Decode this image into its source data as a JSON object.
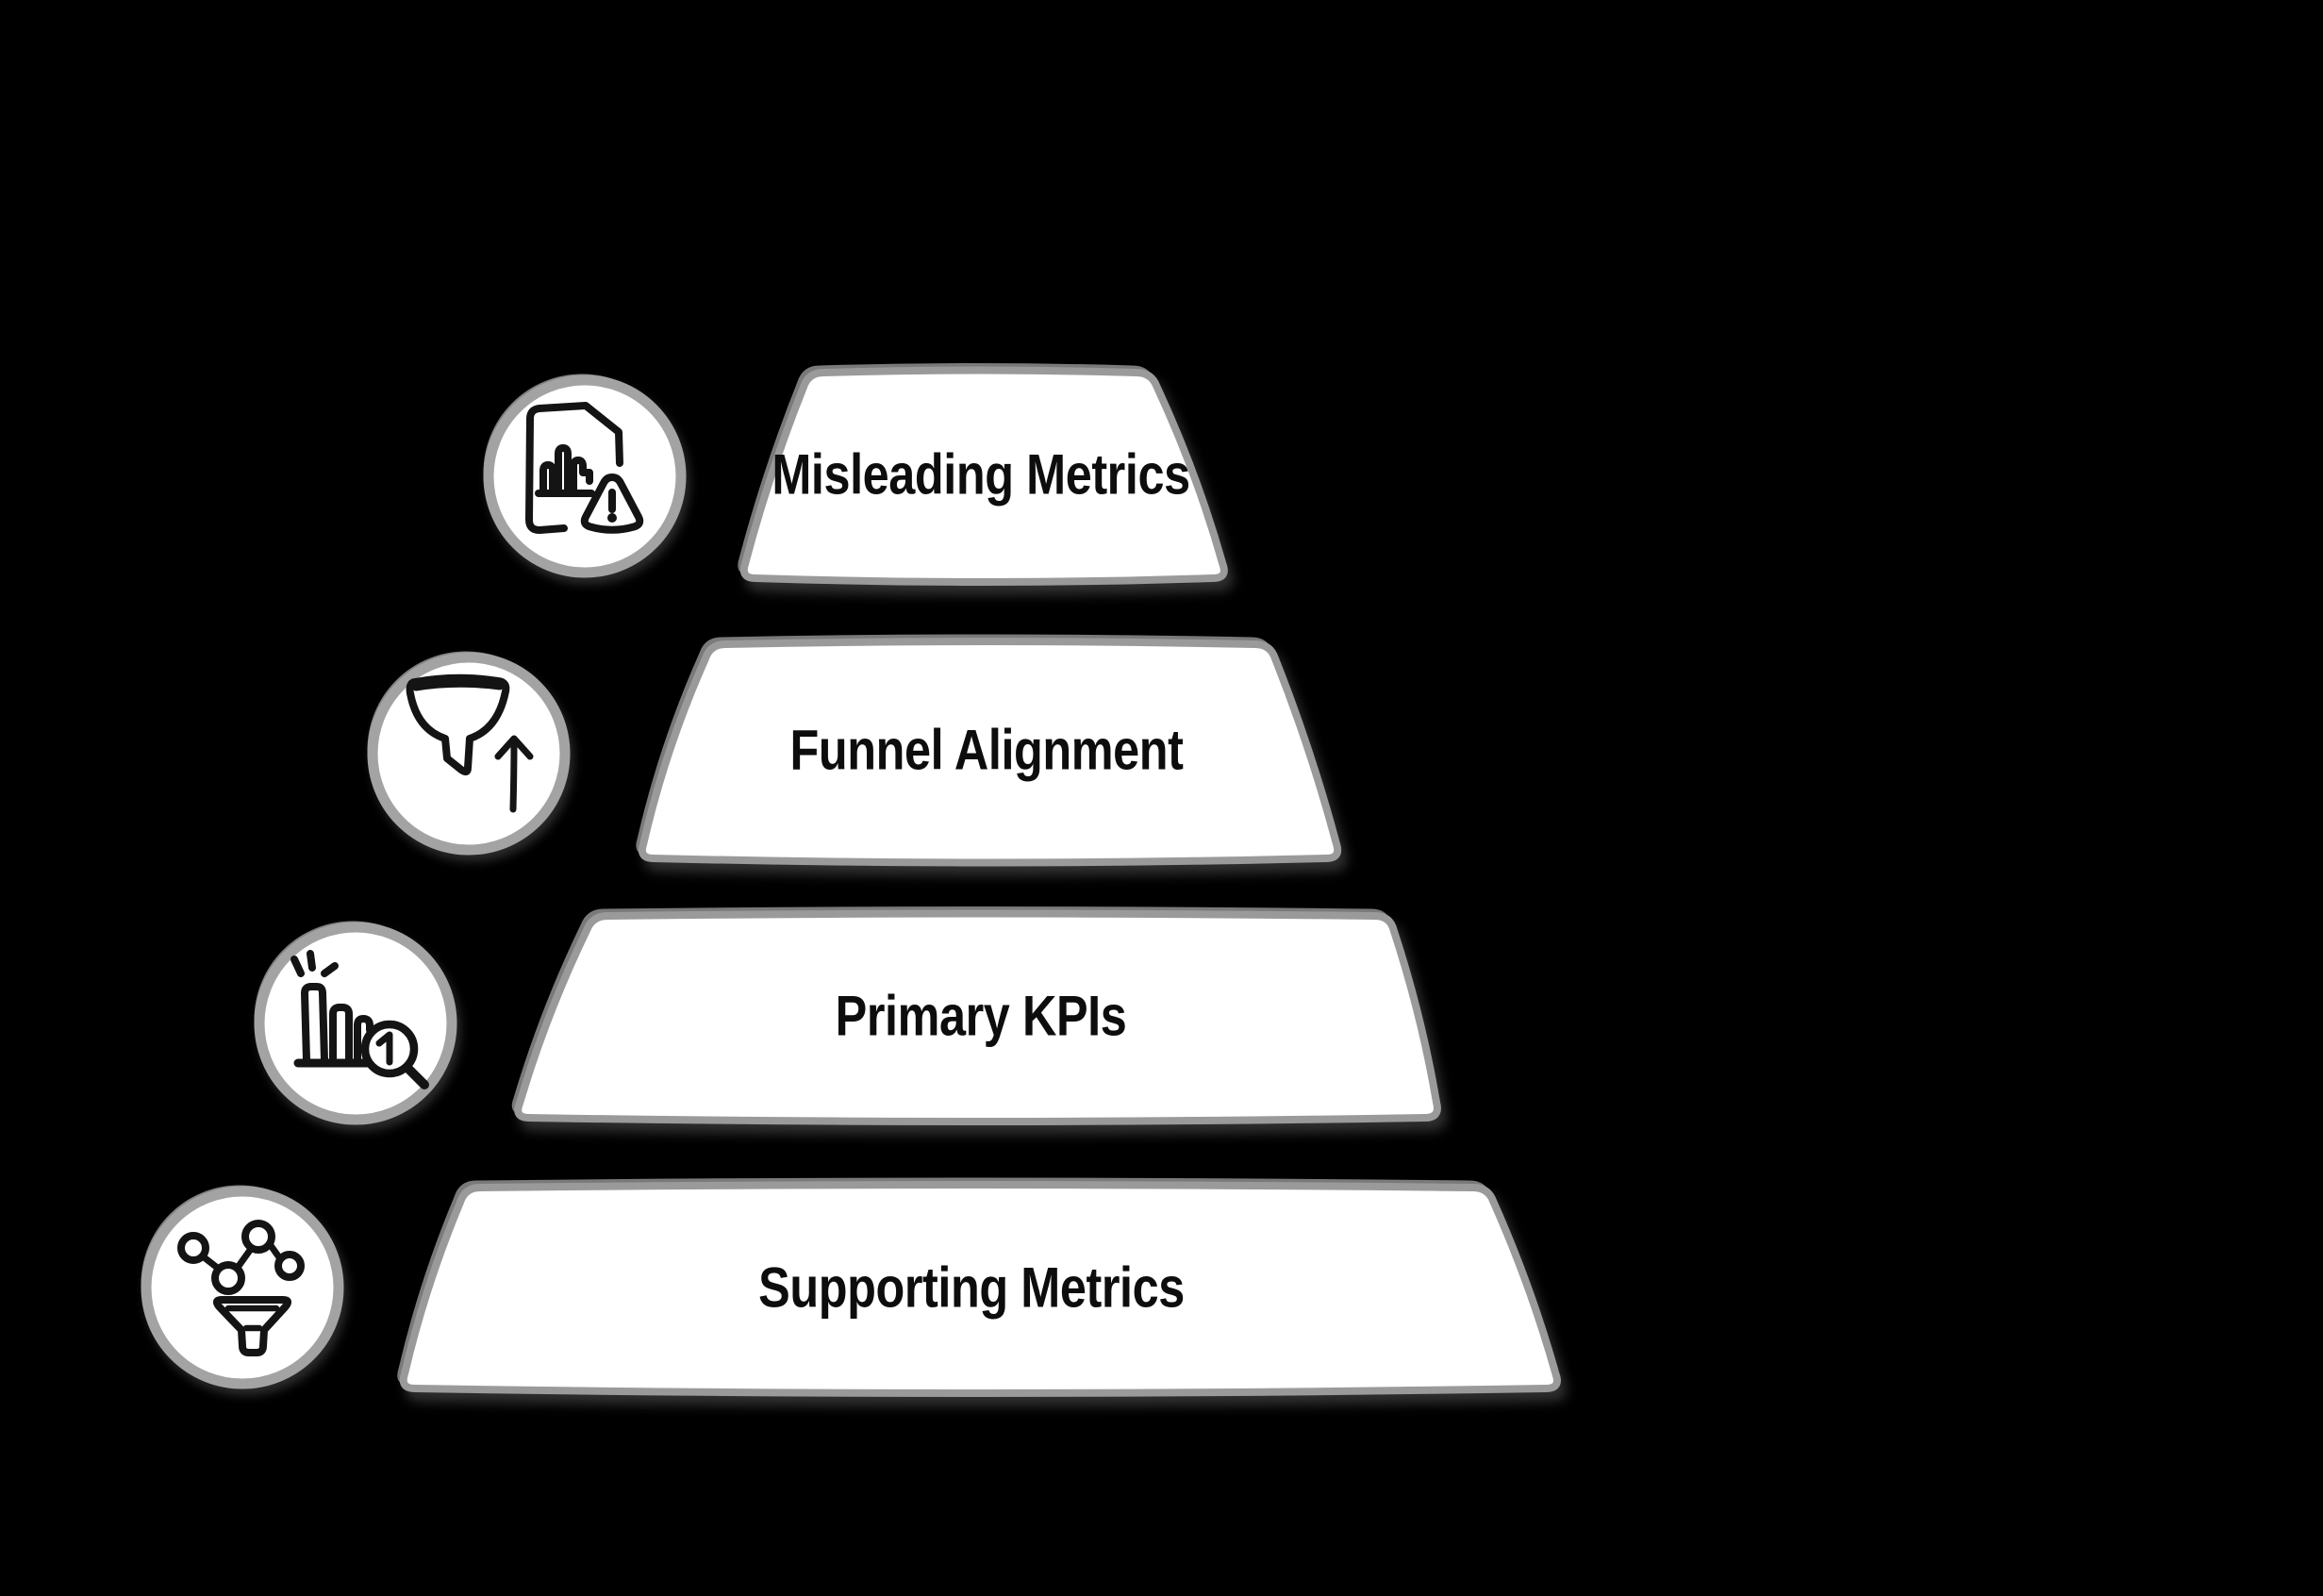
{
  "diagram": {
    "type": "pyramid",
    "background_color": "#000000",
    "band_fill": "#ffffff",
    "band_border_color": "#9a9a9a",
    "label_color": "#0d0d0d",
    "icon_stroke_color": "#141414",
    "levels": [
      {
        "label": "Misleading Metrics",
        "icon": "document-warning-icon"
      },
      {
        "label": "Funnel Alignment",
        "icon": "funnel-up-arrow-icon"
      },
      {
        "label": "Primary KPIs",
        "icon": "bar-chart-number-one-icon"
      },
      {
        "label": "Supporting Metrics",
        "icon": "scatter-plot-funnel-icon"
      }
    ]
  }
}
